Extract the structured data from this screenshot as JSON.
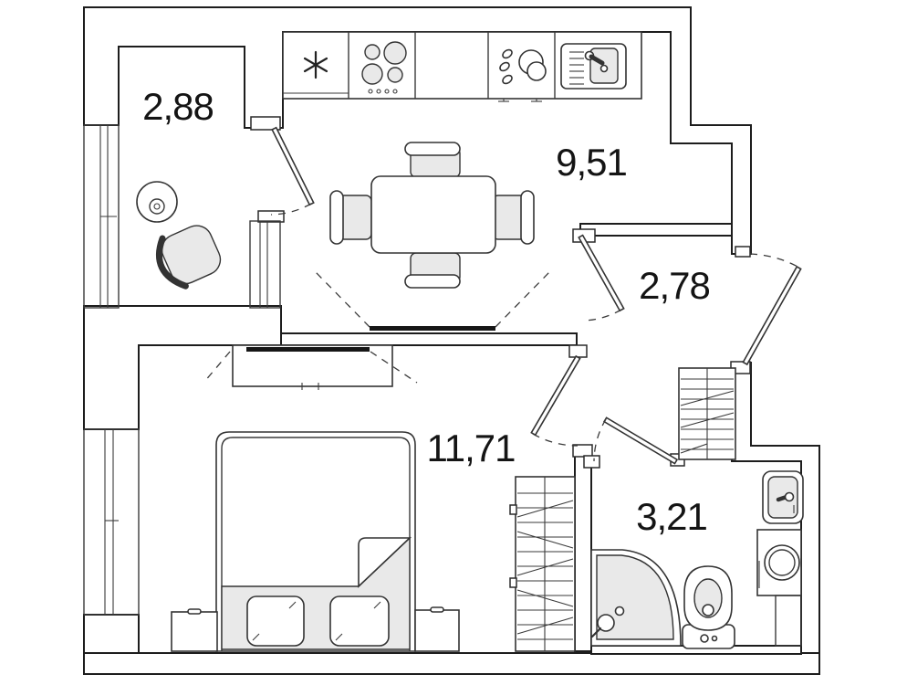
{
  "plan": {
    "title": "One-room apartment floor plan",
    "rooms": [
      {
        "id": "loggia",
        "name": "loggia",
        "area_label": "2,88"
      },
      {
        "id": "kitchen",
        "name": "kitchen-living-area",
        "area_label": "9,51"
      },
      {
        "id": "hallway",
        "name": "hallway",
        "area_label": "2,78"
      },
      {
        "id": "bedroom",
        "name": "bedroom",
        "area_label": "11,71"
      },
      {
        "id": "bathroom",
        "name": "bathroom",
        "area_label": "3,21"
      }
    ],
    "colors": {
      "wall_line": "#1d1d1d",
      "furniture_line": "#333333",
      "light_fill": "#e9e9e9",
      "background": "#ffffff",
      "label_text": "#141414"
    },
    "fixtures": {
      "kitchen": [
        "freezer-asterisk-symbol",
        "cooktop-4-burner",
        "countertop",
        "dish-rack",
        "kitchen-sink"
      ],
      "dining": [
        "dining-table",
        "chair-top",
        "chair-bottom",
        "chair-left",
        "chair-right"
      ],
      "loggia": [
        "round-table",
        "armchair",
        "window"
      ],
      "bedroom": [
        "double-bed",
        "blanket",
        "pillow-left",
        "pillow-right",
        "nightstand-left",
        "nightstand-right",
        "wardrobe",
        "shelving-closet",
        "window"
      ],
      "hallway": [
        "entrance-door",
        "shelving-closet",
        "interior-doors"
      ],
      "bathroom": [
        "corner-shower",
        "toilet",
        "washing-machine",
        "washbasin",
        "duct"
      ]
    }
  }
}
